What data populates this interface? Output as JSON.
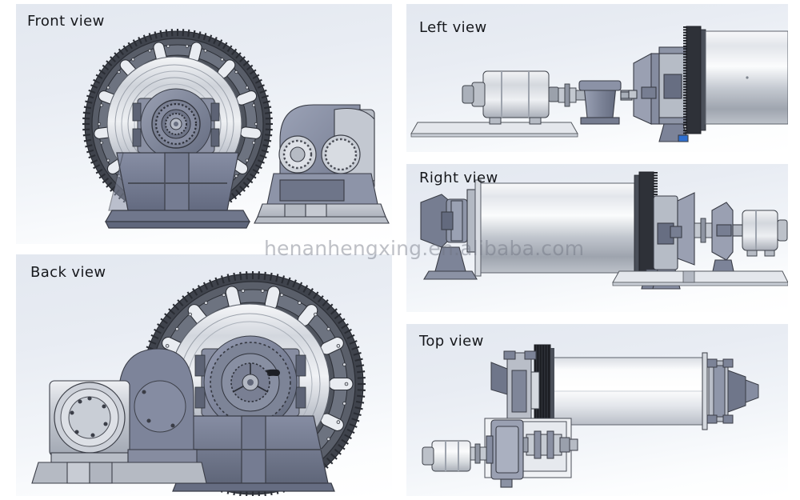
{
  "document": {
    "type": "product-illustration",
    "subject": "ball mill orthographic CAD views",
    "background_color": "#ffffff",
    "panel_background_top": "#e3e8f0",
    "panel_background_bottom": "#ffffff"
  },
  "watermark": {
    "text": "henanhengxing.en.alibaba.com",
    "color": "#6e7480"
  },
  "panels": [
    {
      "key": "front",
      "label": "Front view"
    },
    {
      "key": "back",
      "label": "Back view"
    },
    {
      "key": "left",
      "label": "Left view"
    },
    {
      "key": "right",
      "label": "Right view"
    },
    {
      "key": "top",
      "label": "Top view"
    }
  ],
  "machine": {
    "name": "ball mill",
    "components": [
      "ring gear",
      "mill drum shell",
      "trunnion bearing",
      "support frame",
      "pinion shaft",
      "reduction gearbox",
      "electric motor",
      "base plate"
    ],
    "colors": {
      "steel_light": "#d7dbe2",
      "steel_mid": "#a8aebb",
      "steel_dark": "#6e7587",
      "frame_blue": "#7b8299",
      "gear_dark": "#3c4048",
      "outline": "#2b2e35"
    }
  }
}
